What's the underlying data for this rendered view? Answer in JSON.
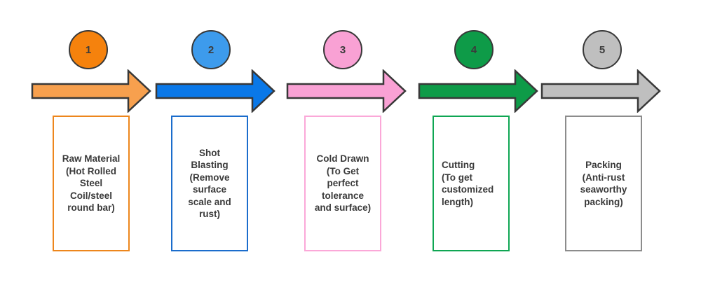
{
  "diagram": {
    "type": "process-flow",
    "background_color": "#ffffff",
    "outline_color": "#383838",
    "text_color": "#3a3a3a",
    "steps": [
      {
        "number": "1",
        "label": "Raw Material\n(Hot Rolled\nSteel\nCoil/steel\nround bar)",
        "circle_color": "#f5820d",
        "arrow_color": "#f7a04e",
        "box_border_color": "#ed861c"
      },
      {
        "number": "2",
        "label": "Shot\nBlasting\n(Remove\nsurface\nscale and\nrust)",
        "circle_color": "#3d9bec",
        "arrow_color": "#0a78e8",
        "box_border_color": "#1b6dcc"
      },
      {
        "number": "3",
        "label": "Cold Drawn\n(To Get\nperfect\ntolerance\nand surface)",
        "circle_color": "#f9a1d4",
        "arrow_color": "#f9a1d4",
        "box_border_color": "#fba8d8"
      },
      {
        "number": "4",
        "label": "Cutting\n(To get\ncustomized\nlength)",
        "circle_color": "#0e9b48",
        "arrow_color": "#0e9b48",
        "box_border_color": "#0fa653"
      },
      {
        "number": "5",
        "label": "Packing\n(Anti-rust\nseaworthy\npacking)",
        "circle_color": "#bfbfbf",
        "arrow_color": "#bfbfbf",
        "box_border_color": "#8c8c8c"
      }
    ]
  }
}
